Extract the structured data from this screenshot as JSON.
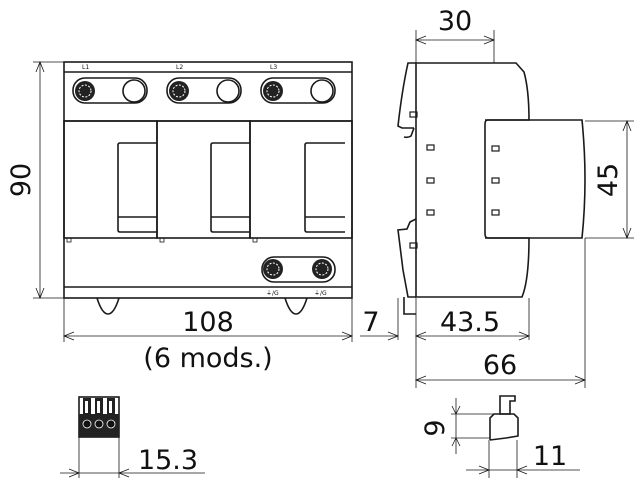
{
  "front_view": {
    "phase_labels": [
      "L1",
      "L2",
      "L3"
    ],
    "ground_labels": [
      "⏚/G",
      "⏚/G"
    ],
    "dim_height": "90",
    "dim_width": "108",
    "dim_width_note": "(6 mods.)"
  },
  "side_view": {
    "dim_top": "30",
    "dim_cap_height": "45",
    "dim_rail": "7",
    "dim_depth_body": "43.5",
    "dim_depth_total": "66"
  },
  "detail_connector": {
    "dim_width": "15.3"
  },
  "detail_part": {
    "dim_height": "9",
    "dim_width": "11"
  },
  "colors": {
    "line": "#1a1a1a",
    "background": "#ffffff"
  }
}
